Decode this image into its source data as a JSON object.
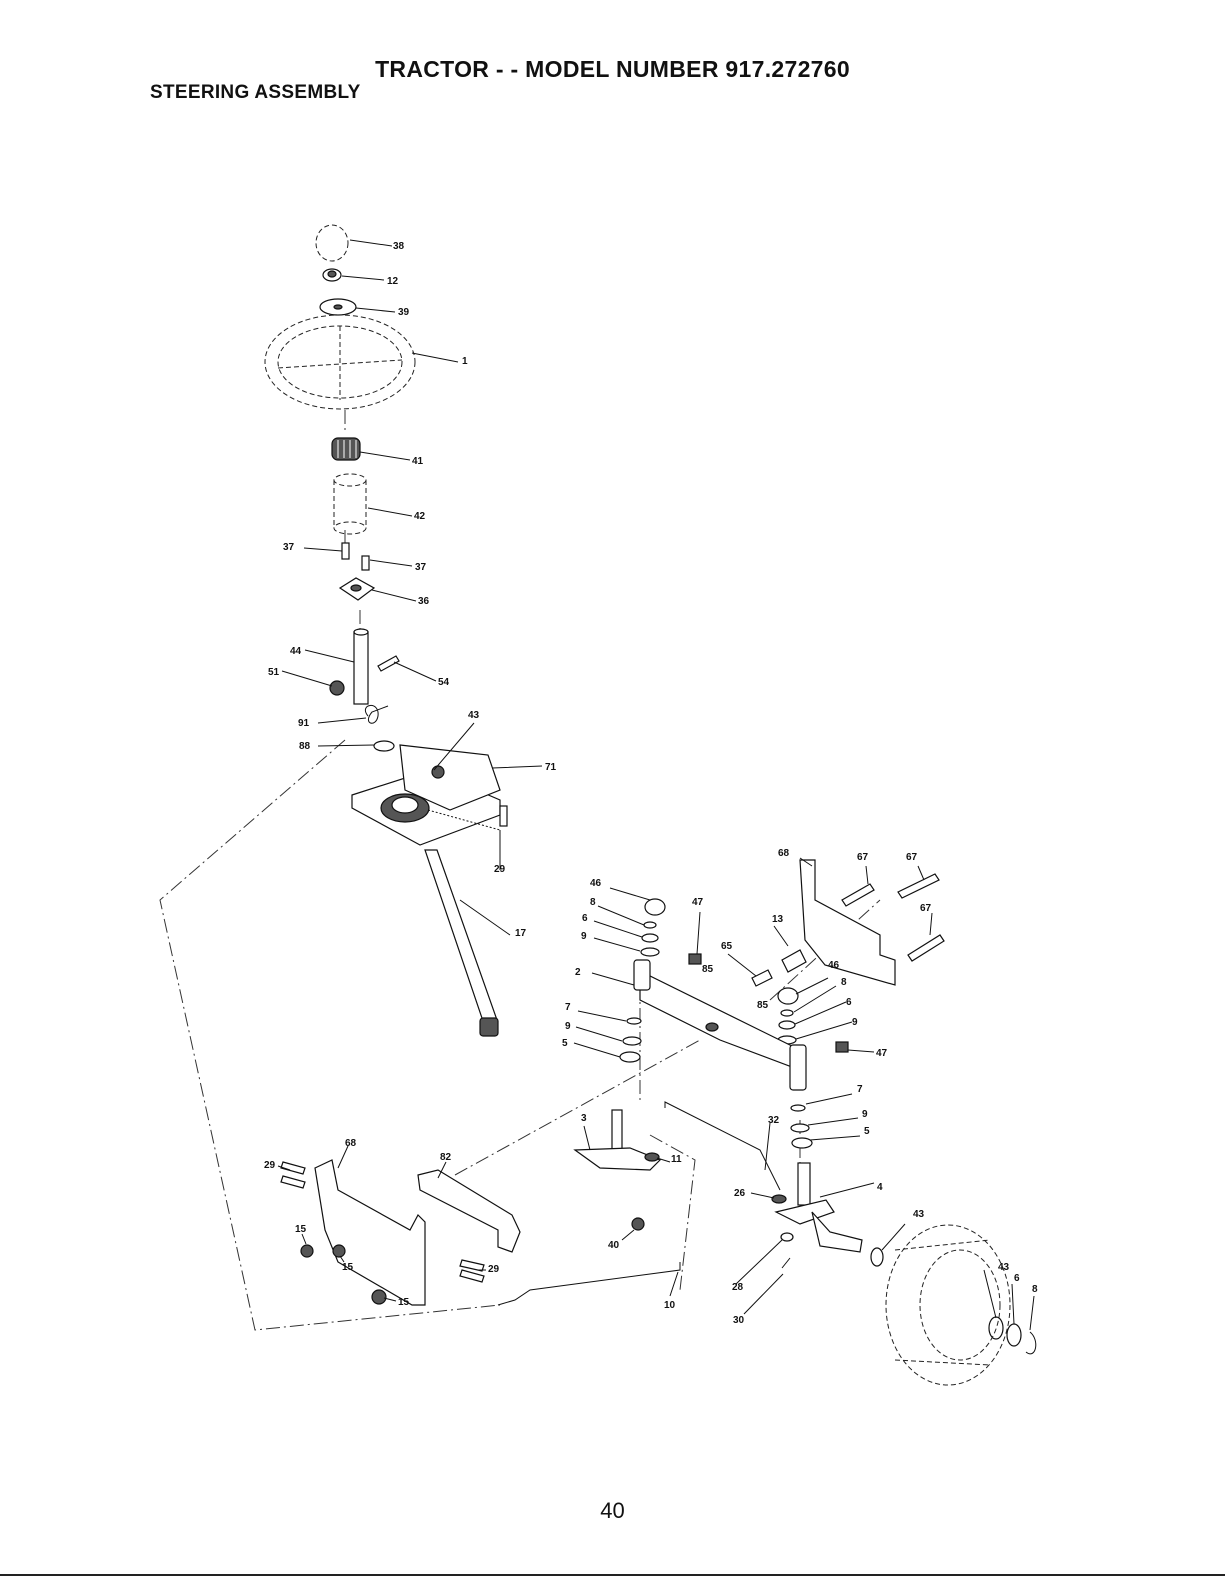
{
  "header": {
    "title": "TRACTOR - - MODEL NUMBER  917.272760",
    "subtitle": "STEERING ASSEMBLY"
  },
  "footer": {
    "page_number": "40"
  },
  "callouts": [
    "38",
    "12",
    "39",
    "1",
    "41",
    "42",
    "37",
    "37",
    "36",
    "44",
    "51",
    "54",
    "91",
    "88",
    "43",
    "71",
    "29",
    "17",
    "68",
    "67",
    "67",
    "67",
    "46",
    "47",
    "8",
    "6",
    "9",
    "13",
    "65",
    "85",
    "2",
    "46",
    "8",
    "85",
    "6",
    "9",
    "7",
    "9",
    "5",
    "47",
    "7",
    "9",
    "5",
    "3",
    "32",
    "11",
    "4",
    "26",
    "40",
    "43",
    "28",
    "30",
    "10",
    "43",
    "6",
    "8",
    "68",
    "29",
    "82",
    "15",
    "15",
    "15",
    "29"
  ]
}
